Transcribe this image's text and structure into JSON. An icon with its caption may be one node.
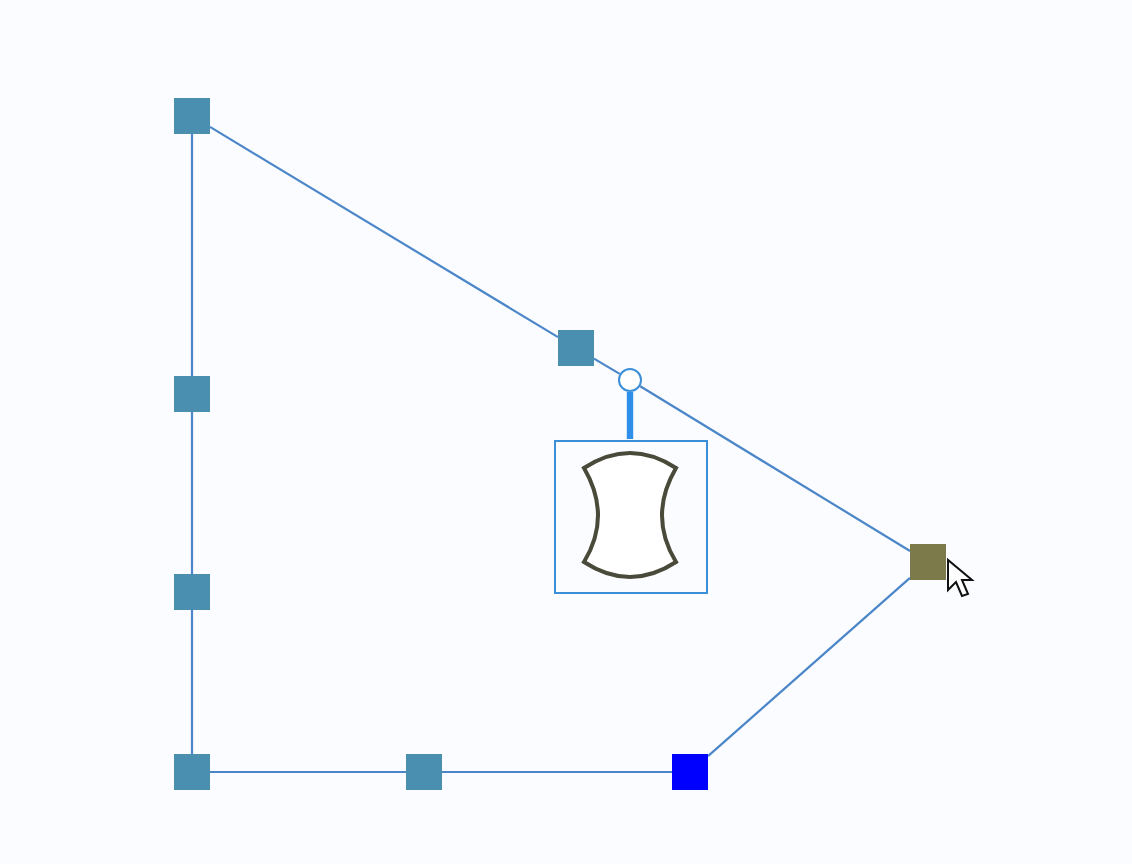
{
  "diagram": {
    "nodes": [
      {
        "text": [],
        "shape": "box"
      },
      {
        "text": [],
        "shape": "box"
      },
      {
        "text": [],
        "shape": "circle"
      },
      {
        "text": [],
        "shape": "box"
      },
      {
        "text": [],
        "shape": "picture"
      },
      {
        "text": [],
        "shape": "box"
      },
      {
        "text": [],
        "shape": "box"
      },
      {
        "text": [],
        "shape": "box"
      },
      {
        "text": [],
        "shape": "box"
      },
      {
        "text": [],
        "shape": "box"
      }
    ],
    "edges": [
      {
        "from": 0,
        "to": 1,
        "arrow": "none"
      },
      {
        "from": 1,
        "to": 2,
        "arrow": "none"
      },
      {
        "from": 2,
        "to": 5,
        "arrow": "none"
      },
      {
        "from": 2,
        "to": 4,
        "arrow": "none",
        "style": "thick"
      },
      {
        "from": 5,
        "to": 9,
        "arrow": "none"
      },
      {
        "from": 9,
        "to": 8,
        "arrow": "none"
      },
      {
        "from": 8,
        "to": 7,
        "arrow": "none"
      },
      {
        "from": 7,
        "to": 6,
        "arrow": "none"
      },
      {
        "from": 6,
        "to": 3,
        "arrow": "none"
      },
      {
        "from": 3,
        "to": 0,
        "arrow": "none"
      }
    ]
  }
}
